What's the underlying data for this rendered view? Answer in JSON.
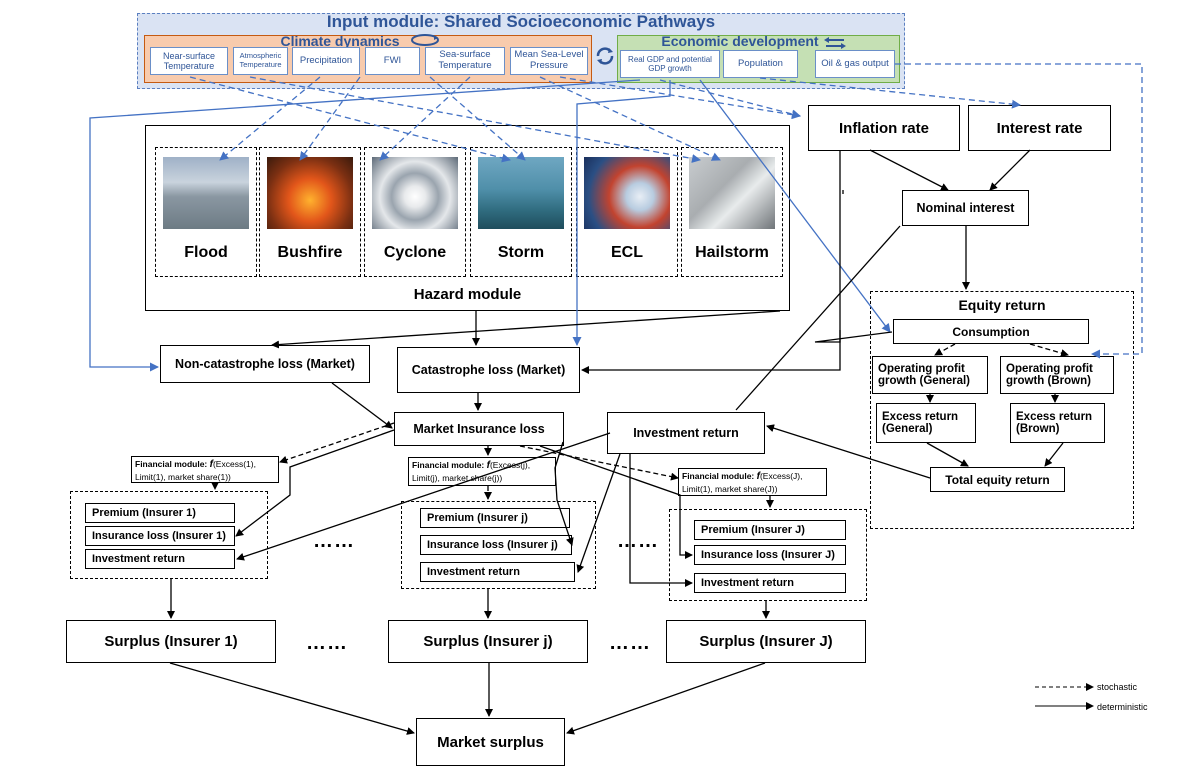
{
  "input_module": {
    "title": "Input module: Shared Socioeconomic Pathways",
    "climate": {
      "title": "Climate dynamics",
      "items": [
        "Near-surface Temperature",
        "Atmospheric Temperature",
        "Precipitation",
        "FWI",
        "Sea-surface Temperature",
        "Mean Sea-Level Pressure"
      ]
    },
    "economic": {
      "title": "Economic development",
      "items": [
        "Real GDP and potential GDP growth",
        "Population",
        "Oil & gas output"
      ]
    }
  },
  "hazards": {
    "title": "Hazard module",
    "items": [
      {
        "label": "Flood",
        "icon": "flood-photo-icon"
      },
      {
        "label": "Bushfire",
        "icon": "bushfire-photo-icon"
      },
      {
        "label": "Cyclone",
        "icon": "cyclone-photo-icon"
      },
      {
        "label": "Storm",
        "icon": "storm-photo-icon"
      },
      {
        "label": "ECL",
        "icon": "ecl-photo-icon"
      },
      {
        "label": "Hailstorm",
        "icon": "hailstorm-photo-icon"
      }
    ]
  },
  "rates": {
    "inflation": "Inflation rate",
    "interest": "Interest rate",
    "nominal": "Nominal interest"
  },
  "equity": {
    "title": "Equity return",
    "consumption": "Consumption",
    "op_general": "Operating profit growth (General)",
    "op_brown": "Operating profit growth (Brown)",
    "excess_general": "Excess return (General)",
    "excess_brown": "Excess return (Brown)",
    "total": "Total equity return"
  },
  "losses": {
    "noncat": "Non-catastrophe loss (Market)",
    "cat": "Catastrophe loss (Market)",
    "market": "Market Insurance loss",
    "investment": "Investment return"
  },
  "insurers": [
    {
      "fin_prefix": "Financial module: ",
      "fin_f": "f",
      "fin_args": "(Excess(1), Limit(1), market share(1))",
      "premium": "Premium (Insurer 1)",
      "loss": "Insurance loss (Insurer 1)",
      "investment": "Investment return",
      "surplus": "Surplus (Insurer 1)"
    },
    {
      "fin_prefix": "Financial module: ",
      "fin_f": "f",
      "fin_args": "(Excess(j), Limit(j), market share(j))",
      "premium": "Premium (Insurer j)",
      "loss": "Insurance loss (Insurer j)",
      "investment": "Investment return",
      "surplus": "Surplus (Insurer j)"
    },
    {
      "fin_prefix": "Financial module: ",
      "fin_f": "f",
      "fin_args": "(Excess(J), Limit(1), market share(J))",
      "premium": "Premium (Insurer J)",
      "loss": "Insurance loss (Insurer J)",
      "investment": "Investment return",
      "surplus": "Surplus (Insurer J)"
    }
  ],
  "ellipsis": "……",
  "market_surplus": "Market surplus",
  "legend": {
    "stochastic": "stochastic",
    "deterministic": "deterministic"
  },
  "colors": {
    "input_blue": "#2f5597",
    "climate_fill": "#f8cbad",
    "economic_fill": "#c5e0b4",
    "input_fill": "#dae3f3",
    "link_blue": "#4472c4"
  }
}
